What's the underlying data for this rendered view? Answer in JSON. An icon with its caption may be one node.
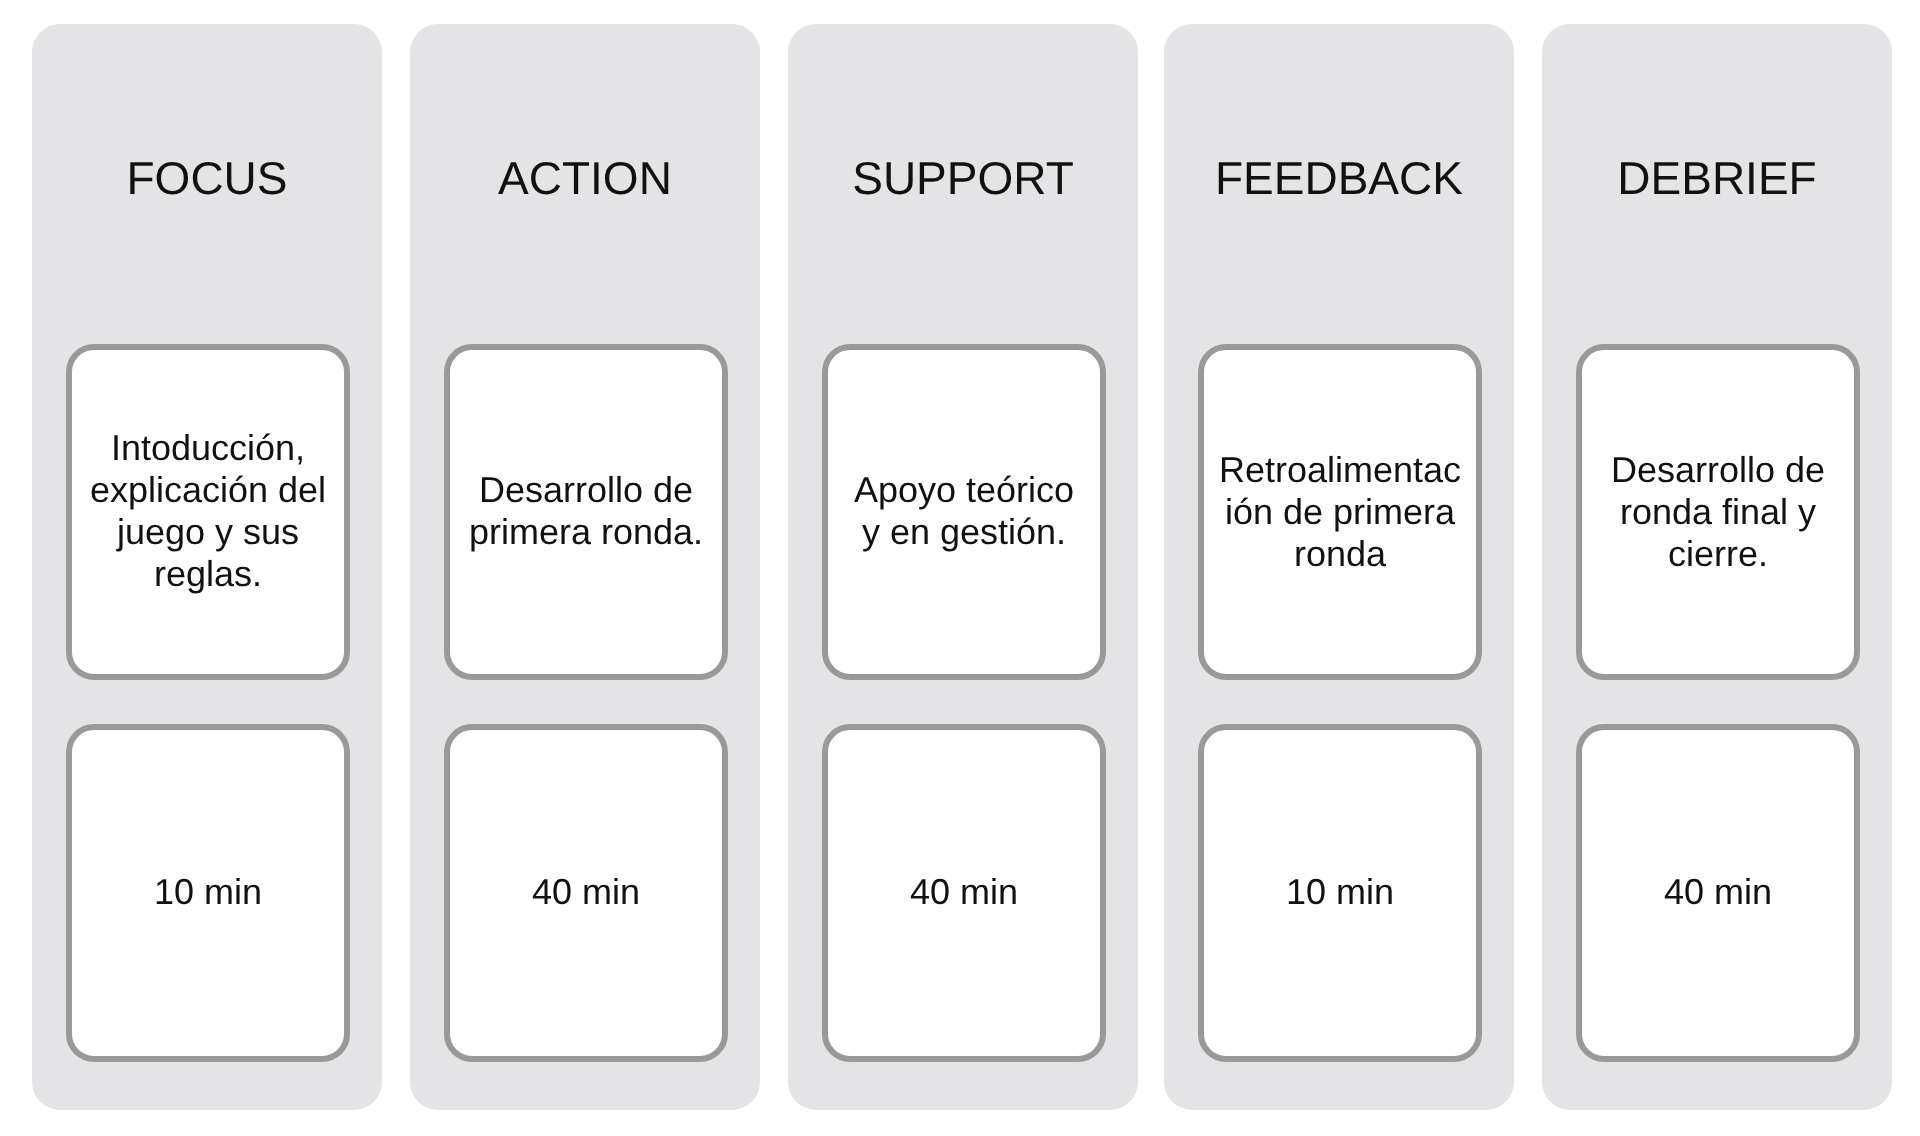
{
  "diagram": {
    "nodes": [
      {
        "text": [
          "FOCUS"
        ]
      },
      {
        "text": [
          "Intoducción, explicación del juego y sus reglas."
        ],
        "in": 0
      },
      {
        "text": [
          "10 min"
        ],
        "in": 0
      },
      {
        "text": [
          "ACTION"
        ]
      },
      {
        "text": [
          "Desarrollo de primera ronda."
        ],
        "in": 3
      },
      {
        "text": [
          "40 min"
        ],
        "in": 3
      },
      {
        "text": [
          "SUPPORT"
        ]
      },
      {
        "text": [
          "Apoyo teórico y en gestión."
        ],
        "in": 6
      },
      {
        "text": [
          "40 min"
        ],
        "in": 6
      },
      {
        "text": [
          "FEEDBACK"
        ]
      },
      {
        "text": [
          "Retroalimentación de primera ronda"
        ],
        "in": 9
      },
      {
        "text": [
          "10 min"
        ],
        "in": 9
      },
      {
        "text": [
          "DEBRIEF"
        ]
      },
      {
        "text": [
          "Desarrollo de ronda final y cierre."
        ],
        "in": 12
      },
      {
        "text": [
          "40 min"
        ],
        "in": 12
      }
    ]
  }
}
